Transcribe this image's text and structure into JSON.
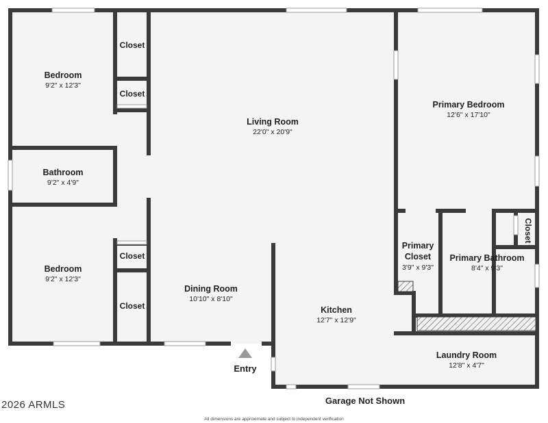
{
  "rooms": {
    "bedroom_top": {
      "name": "Bedroom",
      "dims": "9'2\" x 12'3\""
    },
    "bathroom": {
      "name": "Bathroom",
      "dims": "9'2\" x 4'9\""
    },
    "bedroom_bottom": {
      "name": "Bedroom",
      "dims": "9'2\" x 12'3\""
    },
    "living_room": {
      "name": "Living Room",
      "dims": "22'0\" x 20'9\""
    },
    "dining_room": {
      "name": "Dining Room",
      "dims": "10'10\" x 8'10\""
    },
    "kitchen": {
      "name": "Kitchen",
      "dims": "12'7\" x 12'9\""
    },
    "primary_bedroom": {
      "name": "Primary Bedroom",
      "dims": "12'6\" x 17'10\""
    },
    "primary_closet": {
      "name_line1": "Primary",
      "name_line2": "Closet",
      "dims": "3'9\" x 9'3\""
    },
    "primary_bathroom": {
      "name": "Primary Bathroom",
      "dims": "8'4\" x 9'3\""
    },
    "laundry_room": {
      "name": "Laundry Room",
      "dims": "12'8\" x 4'7\""
    }
  },
  "closets": {
    "closet_1": "Closet",
    "closet_2": "Closet",
    "closet_3": "Closet",
    "closet_4": "Closet",
    "closet_vertical": "Closet"
  },
  "entry_label": "Entry",
  "garage_note": "Garage Not Shown",
  "copyright": "2026 ARMLS",
  "disclaimer": "All dimensions are approximate and subject to independent verification",
  "colors": {
    "wall": "#3a3a3a",
    "floor": "#f4f4f4",
    "window": "#dcdcdc"
  }
}
